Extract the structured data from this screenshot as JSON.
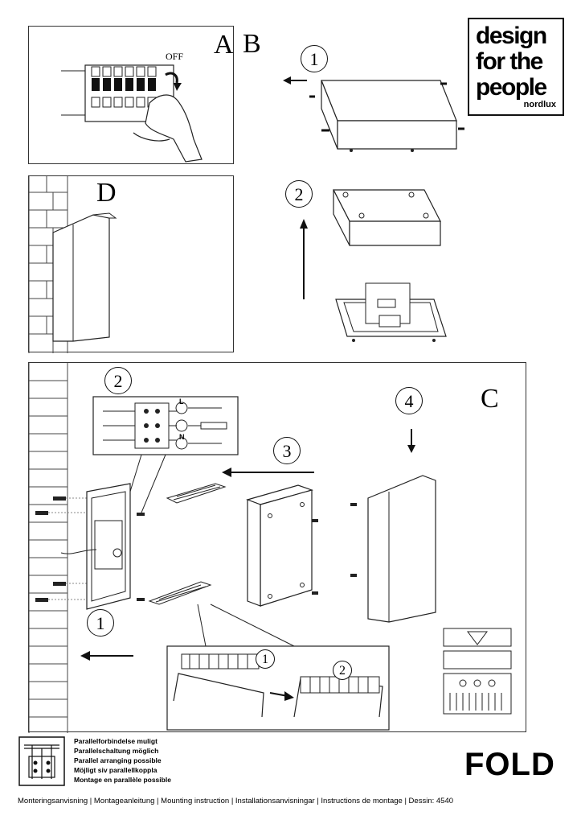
{
  "logo": {
    "line1": "design",
    "line2": "for the",
    "line3": "people",
    "brand": "nordlux"
  },
  "panel_ab": {
    "letter_a": "A",
    "letter_b": "B",
    "off_label": "OFF"
  },
  "panel_d": {
    "letter": "D"
  },
  "panel_c": {
    "letter": "C"
  },
  "steps": {
    "b1": "1",
    "b2": "2",
    "c1": "1",
    "c2": "2",
    "c3": "3",
    "c4": "4",
    "detail1": "1",
    "detail2": "2"
  },
  "wiring_terminals": [
    "L",
    "N"
  ],
  "notes": [
    "Parallelforbindelse muligt",
    "Parallelschaltung möglich",
    "Parallel arranging possible",
    "Möjligt siv parallellkoppla",
    "Montage en parallèle possible"
  ],
  "product_name": "FOLD",
  "footer": "Monteringsanvisning | Montageanleitung | Mounting instruction | Installationsanvisningar | Instructions de montage | Dessin: 4540"
}
